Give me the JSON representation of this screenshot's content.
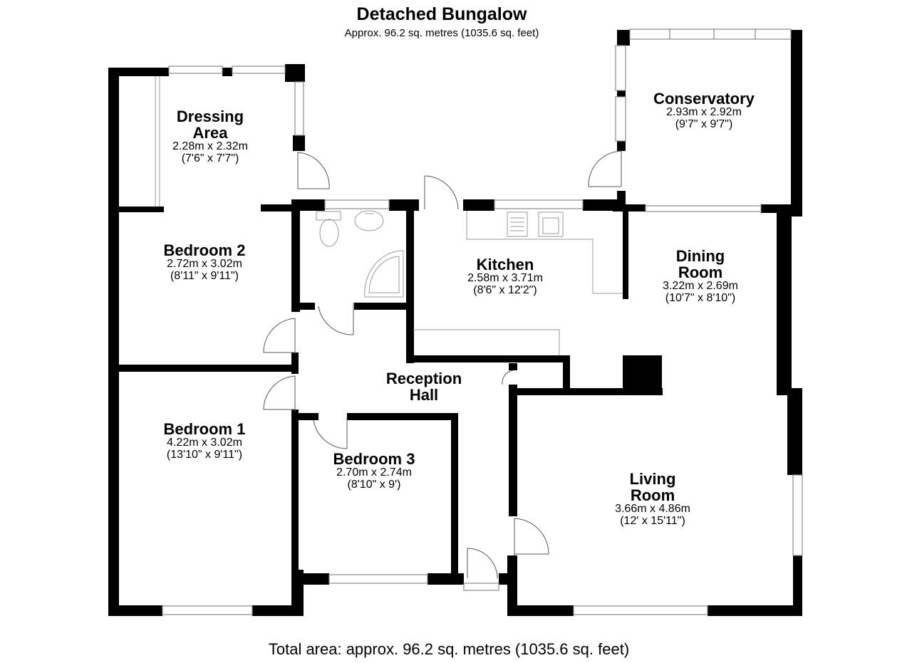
{
  "header": {
    "title": "Detached Bungalow",
    "subtitle": "Approx. 96.2 sq. metres (1035.6 sq. feet)"
  },
  "footer": {
    "total": "Total area: approx. 96.2 sq. metres (1035.6 sq. feet)"
  },
  "rooms": {
    "dressing": {
      "name_line1": "Dressing",
      "name_line2": "Area",
      "metric": "2.28m x 2.32m",
      "imperial": "(7'6\" x 7'7\")"
    },
    "conservatory": {
      "name_line1": "Conservatory",
      "metric": "2.93m x 2.92m",
      "imperial": "(9'7\" x 9'7\")"
    },
    "bedroom2": {
      "name_line1": "Bedroom 2",
      "metric": "2.72m x 3.02m",
      "imperial": "(8'11\" x 9'11\")"
    },
    "kitchen": {
      "name_line1": "Kitchen",
      "metric": "2.58m x 3.71m",
      "imperial": "(8'6\" x 12'2\")"
    },
    "dining": {
      "name_line1": "Dining",
      "name_line2": "Room",
      "metric": "3.22m x 2.69m",
      "imperial": "(10'7\" x 8'10\")"
    },
    "reception": {
      "name_line1": "Reception",
      "name_line2": "Hall"
    },
    "bedroom1": {
      "name_line1": "Bedroom 1",
      "metric": "4.22m x 3.02m",
      "imperial": "(13'10\" x 9'11\")"
    },
    "bedroom3": {
      "name_line1": "Bedroom 3",
      "metric": "2.70m x 2.74m",
      "imperial": "(8'10\" x 9')"
    },
    "living": {
      "name_line1": "Living",
      "name_line2": "Room",
      "metric": "3.66m x 4.86m",
      "imperial": "(12' x 15'11\")"
    }
  },
  "colors": {
    "wall": "#000000",
    "fixture_line": "#9a9a9a",
    "background": "#ffffff"
  }
}
